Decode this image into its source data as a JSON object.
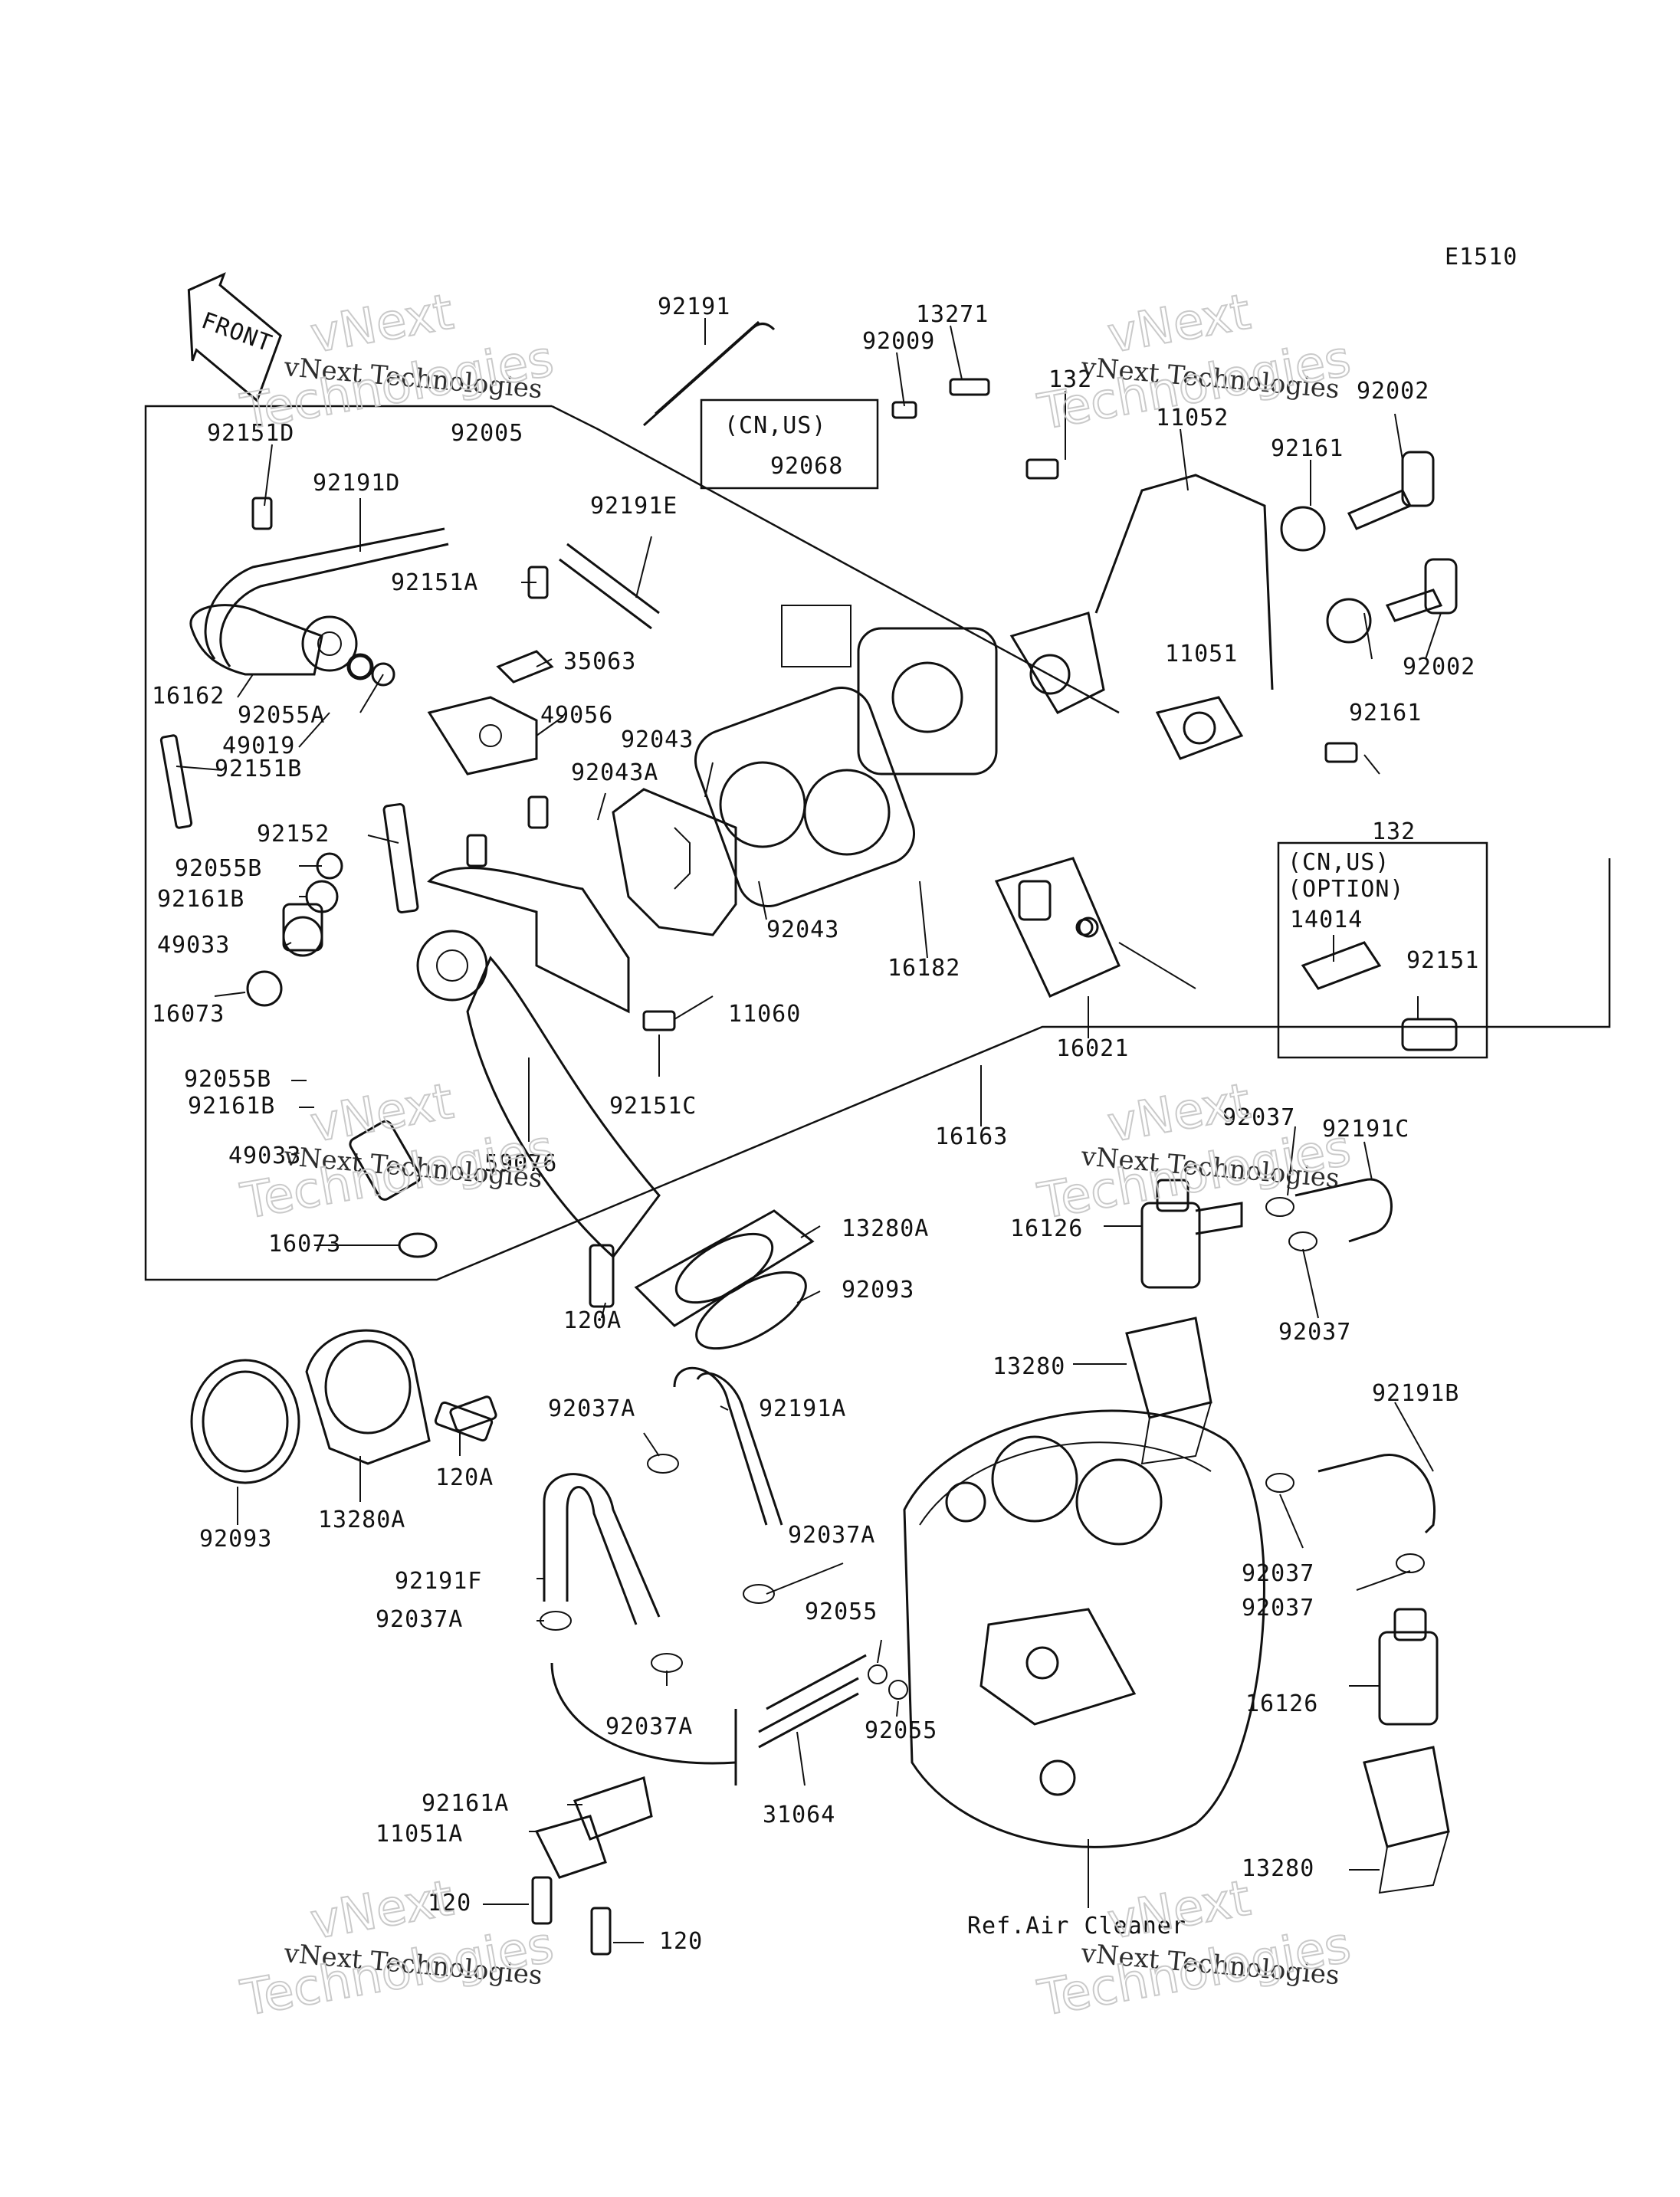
{
  "diagram": {
    "code": "E1510",
    "front_label": "FRONT",
    "reference_label": "Ref.Air Cleaner",
    "option_box": {
      "line1": "(CN,US)",
      "line2": "(OPTION)"
    },
    "region_box": {
      "line1": "(CN,US)"
    },
    "watermark": {
      "line1": "vNext Technologies",
      "line2": "vNext",
      "line3": "Technologies"
    },
    "parts": [
      "92191",
      "13271",
      "92009",
      "132",
      "11052",
      "92002",
      "92161",
      "92002",
      "92161",
      "132",
      "92068",
      "92005",
      "92151D",
      "92191D",
      "92191E",
      "92151A",
      "35063",
      "49056",
      "16162",
      "92055A",
      "49019",
      "92043",
      "92043A",
      "92151B",
      "92152",
      "92055B",
      "92161B",
      "49033",
      "16073",
      "92055B",
      "92161B",
      "49033",
      "16073",
      "11051",
      "11060",
      "92043",
      "16182",
      "16021",
      "14014",
      "92151",
      "92151C",
      "59076",
      "16163",
      "92037",
      "92191C",
      "16126",
      "92037",
      "13280",
      "92191B",
      "13280A",
      "92093",
      "120A",
      "120A",
      "13280A",
      "92093",
      "92037A",
      "92191A",
      "92037A",
      "92191F",
      "92037A",
      "92037A",
      "92055",
      "92055",
      "31064",
      "92161A",
      "11051A",
      "120",
      "120",
      "92037",
      "92037",
      "16126",
      "13280"
    ]
  }
}
